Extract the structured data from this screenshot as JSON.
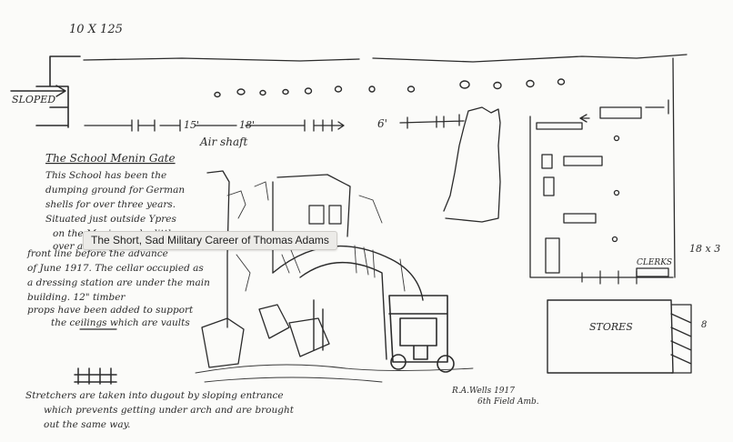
{
  "image": {
    "corner_ref": "10 X 125",
    "labels": {
      "sloped": "SLOPED",
      "air_shaft": "Air shaft",
      "dim_15": "15'",
      "dim_18": "18'",
      "dim_6": "6'",
      "dim_18x3": "18 x 3",
      "clerks": "CLERKS",
      "stores": "STORES"
    },
    "note_title": "The School Menin Gate",
    "note_lines": [
      "This School has been the",
      "dumping ground for German",
      "shells for over three years.",
      "Situated just outside Ypres",
      "on the Menin road a little",
      "over a mile from the",
      "front line before the advance",
      "of June 1917. The cellar occupied as",
      "a dressing station are under the main",
      "building. 12\" timber",
      "props have been added to support",
      "the ceilings which are vaults"
    ],
    "bottom_note": [
      "Stretchers are taken into dugout by sloping entrance",
      "which prevents getting under arch and are brought",
      "out the same way."
    ],
    "signature": [
      "R.A.Wells 1917",
      "6th Field Amb."
    ]
  },
  "tooltip": {
    "text": "The Short, Sad Military Career of Thomas Adams"
  },
  "colors": {
    "paper": "#fbfbf9",
    "ink": "#2b2b2b",
    "tooltip_bg": "#ecebe8"
  }
}
